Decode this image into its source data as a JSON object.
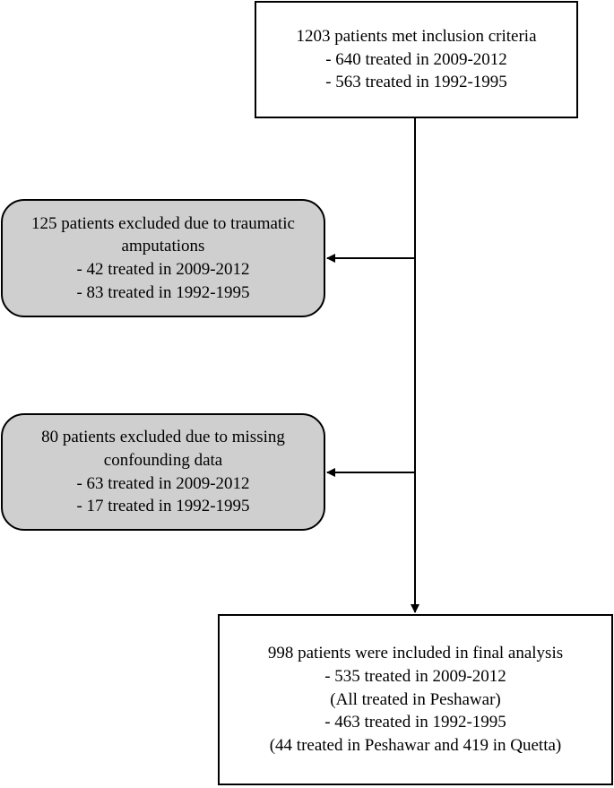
{
  "flow": {
    "top_box": {
      "lines": [
        "1203 patients met inclusion criteria",
        "- 640 treated in 2009-2012",
        "- 563 treated in 1992-1995"
      ]
    },
    "exclusion_1": {
      "lines": [
        "125 patients excluded due to traumatic amputations",
        "- 42 treated in 2009-2012",
        "- 83 treated in 1992-1995"
      ]
    },
    "exclusion_2": {
      "lines": [
        "80 patients excluded due to missing confounding data",
        "- 63 treated in 2009-2012",
        "- 17 treated in 1992-1995"
      ]
    },
    "final_box": {
      "lines": [
        "998 patients were included in final analysis",
        "- 535 treated in 2009-2012",
        "(All treated in Peshawar)",
        "- 463 treated in 1992-1995",
        "(44 treated in Peshawar and 419 in Quetta)"
      ]
    }
  },
  "colors": {
    "line": "#000000",
    "exclusion_fill": "#cfcfcf",
    "box_fill": "#ffffff"
  }
}
